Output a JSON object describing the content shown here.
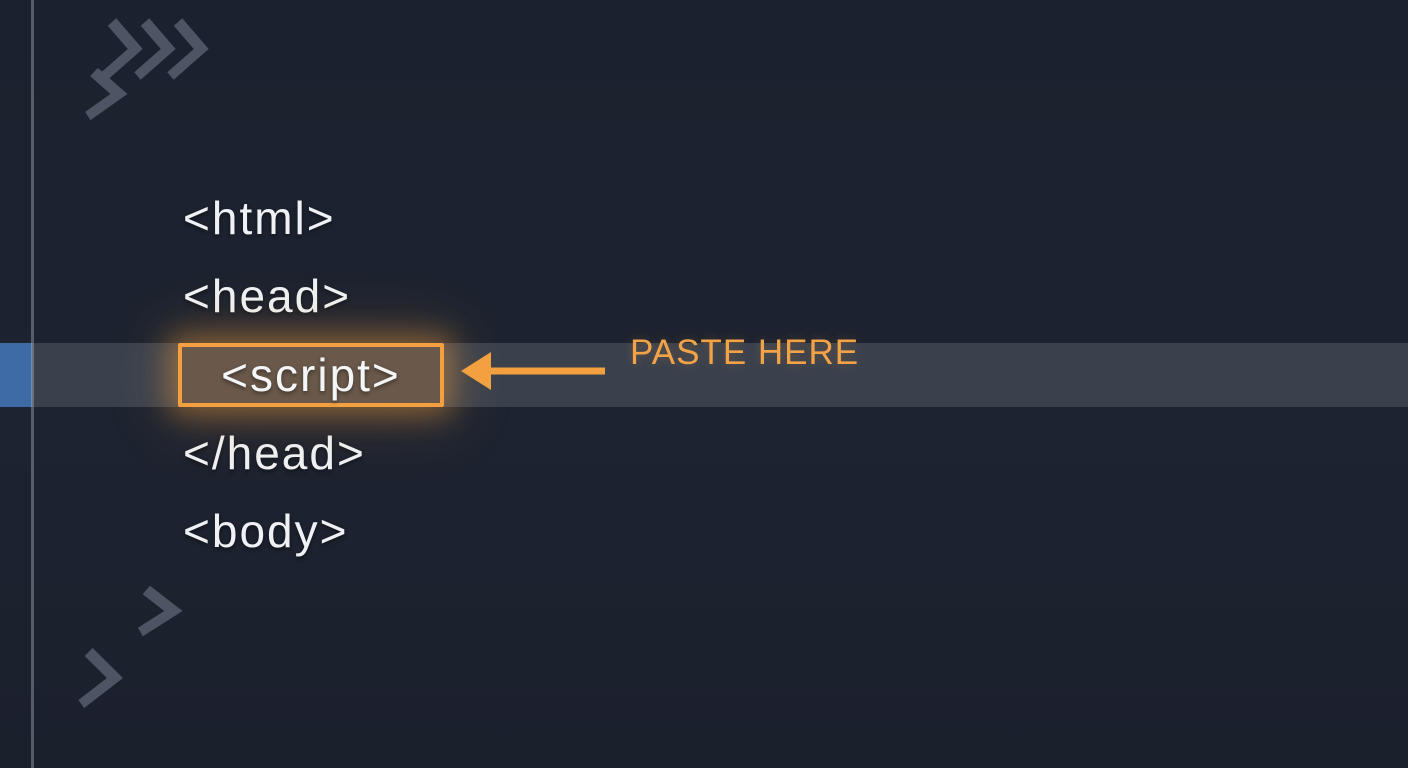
{
  "code": {
    "lines": [
      {
        "text": "<html>"
      },
      {
        "text": "<head>"
      },
      {
        "text": "<script>",
        "highlighted": true
      },
      {
        "text": "</head>"
      },
      {
        "text": "<body>"
      }
    ]
  },
  "annotation": {
    "label": "PASTE HERE"
  },
  "icons": {
    "top_decoration": "chevron-right",
    "bottom_decoration": "chevron-right",
    "pointer": "arrow-left"
  },
  "colors": {
    "background": "#1c2230",
    "row_highlight": "#3a414d",
    "row_accent_blue": "#3e6ba5",
    "orange_accent": "#f2a040",
    "code_text": "#eff1f4",
    "chevron_gray": "#4d5564"
  }
}
